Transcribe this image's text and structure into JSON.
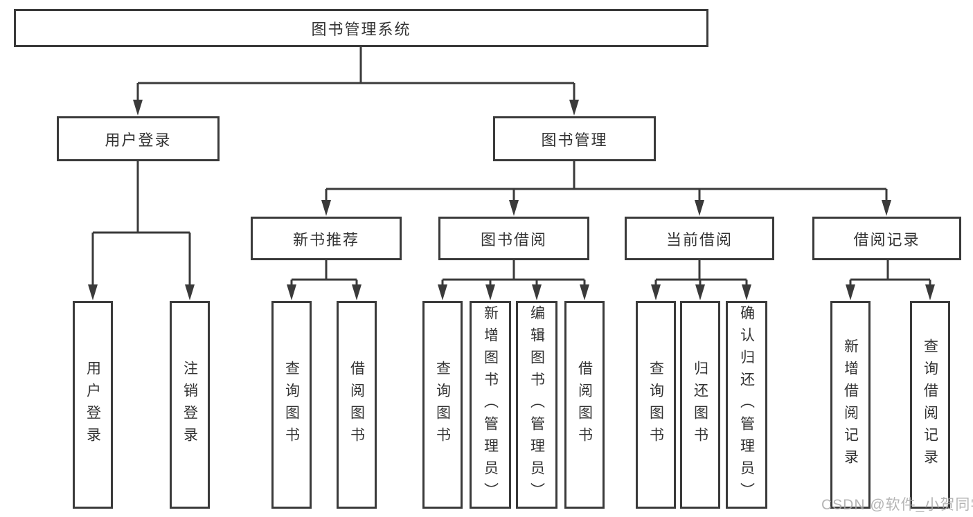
{
  "diagram": {
    "title": "图书管理系统",
    "level2": {
      "user_login": "用户登录",
      "book_management": "图书管理"
    },
    "level3": {
      "new_book_recommend": "新书推荐",
      "book_borrowing": "图书借阅",
      "current_borrowing": "当前借阅",
      "borrowing_records": "借阅记录"
    },
    "leaves": {
      "user_login": "用户登录",
      "logout": "注销登录",
      "recommend_query_book": "查询图书",
      "recommend_borrow_book": "借阅图书",
      "borrow_query_book": "查询图书",
      "borrow_add_book": "新增图书（管理员）",
      "borrow_edit_book": "编辑图书（管理员）",
      "borrow_borrow_book": "借阅图书",
      "current_query_book": "查询图书",
      "current_return_book": "归还图书",
      "current_confirm_return": "确认归还（管理员）",
      "records_add_record": "新增借阅记录",
      "records_query_record": "查询借阅记录"
    }
  },
  "watermark": "CSDN @软件_小贺同学",
  "colors": {
    "line": "#3a3a3a",
    "text": "#333333",
    "watermark": "#a8a8a8",
    "background": "#ffffff"
  }
}
